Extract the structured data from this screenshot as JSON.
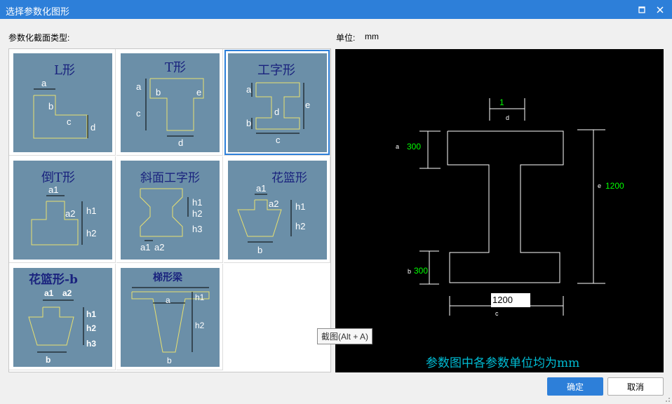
{
  "window": {
    "title": "选择参数化图形"
  },
  "labels": {
    "section_type": "参数化截面类型:",
    "unit_label": "单位:",
    "unit_value": "mm"
  },
  "shapes": [
    {
      "name": "L形",
      "params": [
        "a",
        "b",
        "c",
        "d"
      ]
    },
    {
      "name": "T形",
      "params": [
        "a",
        "b",
        "c",
        "d",
        "e"
      ]
    },
    {
      "name": "工字形",
      "params": [
        "a",
        "b",
        "c",
        "d",
        "e"
      ]
    },
    {
      "name": "倒T形",
      "params": [
        "a1",
        "a2",
        "h1",
        "h2"
      ]
    },
    {
      "name": "斜面工字形",
      "params": [
        "a1",
        "a2",
        "h1",
        "h2",
        "h3"
      ]
    },
    {
      "name": "花篮形",
      "params": [
        "a1",
        "a2",
        "h1",
        "h2",
        "b"
      ]
    },
    {
      "name": "花篮形-b",
      "params": [
        "a1",
        "a2",
        "h1",
        "h2",
        "h3",
        "b"
      ]
    },
    {
      "name": "梯形梁",
      "params": [
        "a",
        "b",
        "h1",
        "h2"
      ]
    }
  ],
  "selected_shape": "工字形",
  "preview": {
    "params": {
      "a": {
        "label": "a",
        "value": "300"
      },
      "b": {
        "label": "b",
        "value": "300"
      },
      "c": {
        "label": "c",
        "value": "1200"
      },
      "d": {
        "label": "d",
        "value": "1"
      },
      "e": {
        "label": "e",
        "value": "1200"
      }
    },
    "note": "参数图中各参数单位均为mm",
    "colors": {
      "outline": "#ffffff",
      "value": "#00ff00",
      "note": "#00bcd4",
      "background": "#000000"
    }
  },
  "tooltip": "截图(Alt + A)",
  "buttons": {
    "ok": "确定",
    "cancel": "取消"
  },
  "colors": {
    "titlebar": "#2d7fd9",
    "thumb_bg": "#6b8fa8",
    "thumb_line": "#e8e070",
    "thumb_text": "#1a237e"
  }
}
